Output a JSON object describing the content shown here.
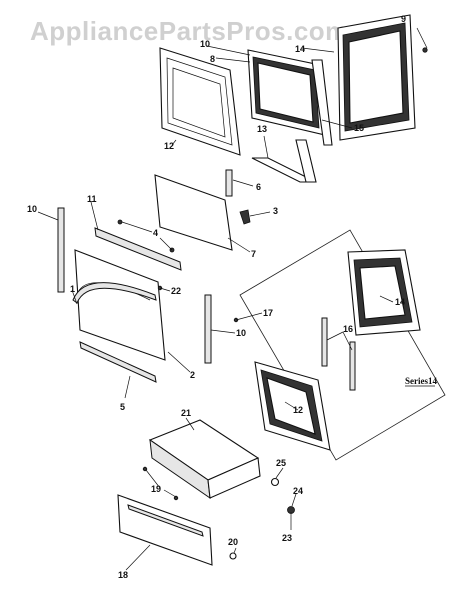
{
  "watermark": "AppliancePartsPros.com",
  "series_label": "Series14",
  "callouts": {
    "p1": "1",
    "p2": "2",
    "p3": "3",
    "p4": "4",
    "p5": "5",
    "p6": "6",
    "p7": "7",
    "p8": "8",
    "p9": "9",
    "p10a": "10",
    "p10b": "10",
    "p10c": "10",
    "p11": "11",
    "p12a": "12",
    "p12b": "12",
    "p13": "13",
    "p14a": "14",
    "p14b": "14",
    "p15": "15",
    "p16": "16",
    "p17": "17",
    "p18": "18",
    "p19": "19",
    "p20": "20",
    "p21": "21",
    "p22": "22",
    "p23": "23",
    "p24": "24",
    "p25": "25"
  }
}
